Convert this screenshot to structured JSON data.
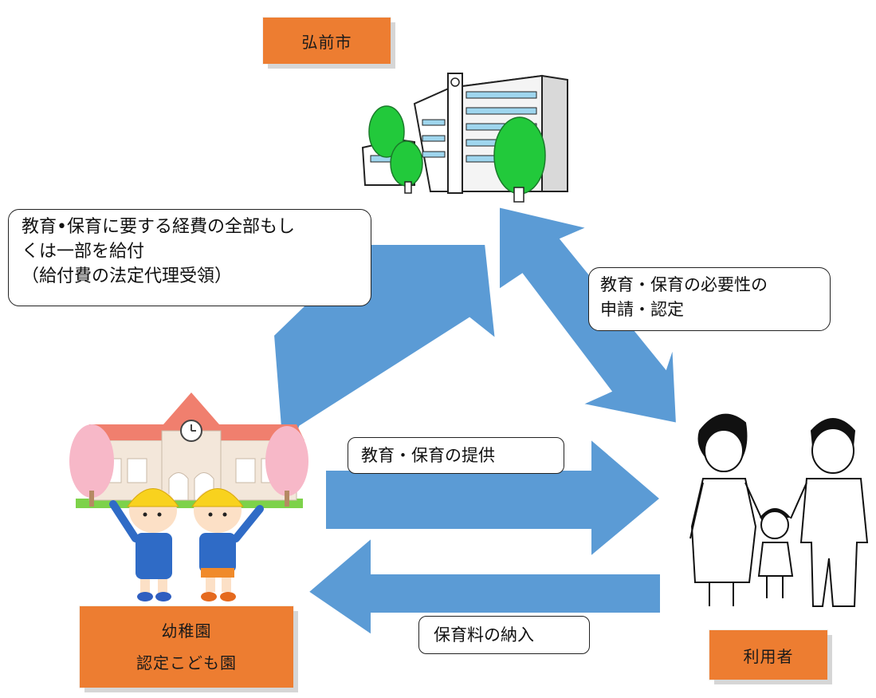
{
  "city_label": "弘前市",
  "facility_labels": [
    "幼稚園",
    "認定こども園"
  ],
  "user_label": "利用者",
  "callout_funding": [
    "教育•保育に要する経費の全部もし",
    "くは一部を給付",
    "（給付費の法定代理受領）"
  ],
  "callout_application": [
    "教育・保育の必要性の",
    "申請・認定"
  ],
  "callout_provision": "教育・保育の提供",
  "callout_payment": "保育料の納入",
  "colors": {
    "arrow": "#5B9BD5",
    "label_box": "#ED7D31",
    "tree": "#22C93B",
    "roof": "#F07F6E",
    "blossom": "#F7B8C8"
  }
}
